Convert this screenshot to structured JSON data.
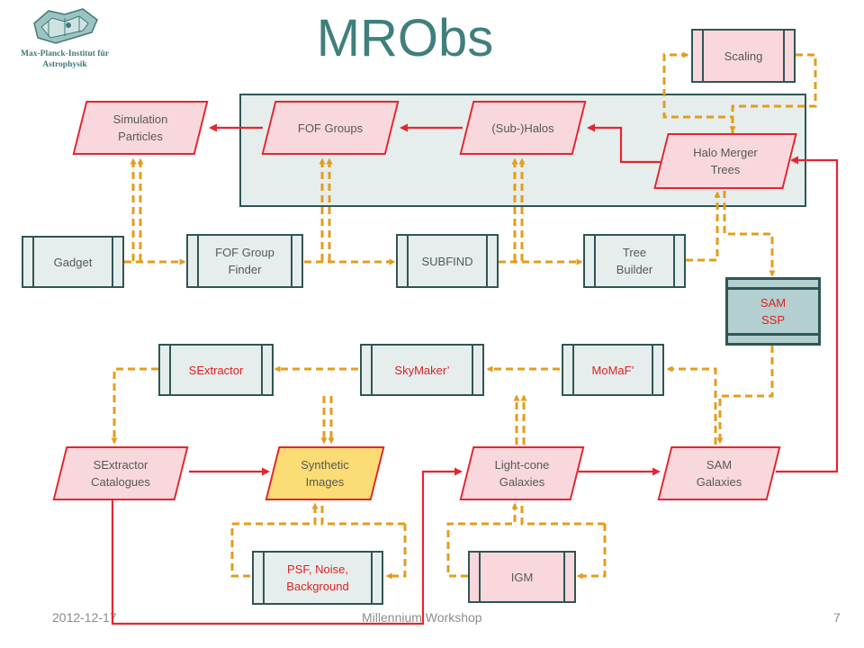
{
  "title": "MRObs",
  "logo": {
    "text_line1": "Max-Planck-Institut für",
    "text_line2": "Astrophysik"
  },
  "nodes": {
    "scaling": "Scaling",
    "simulation_particles": {
      "line1": "Simulation",
      "line2": "Particles"
    },
    "fof_groups": "FOF Groups",
    "sub_halos": "(Sub-)Halos",
    "halo_merger_trees": {
      "line1": "Halo Merger",
      "line2": "Trees"
    },
    "gadget": "Gadget",
    "fof_group_finder": {
      "line1": "FOF Group",
      "line2": "Finder"
    },
    "subfind": "SUBFIND",
    "tree_builder": {
      "line1": "Tree",
      "line2": "Builder"
    },
    "sam_ssp": {
      "line1": "SAM",
      "line2": "SSP"
    },
    "sextractor": "SExtractor",
    "skymaker": "SkyMaker’",
    "momaf": "MoMaF’",
    "sextractor_catalogues": {
      "line1": "SExtractor",
      "line2": "Catalogues"
    },
    "synthetic_images": {
      "line1": "Synthetic",
      "line2": "Images"
    },
    "lightcone_galaxies": {
      "line1": "Light-cone",
      "line2": "Galaxies"
    },
    "sam_galaxies": {
      "line1": "SAM",
      "line2": "Galaxies"
    },
    "psf_noise_background": {
      "line1": "PSF, Noise,",
      "line2": "Background"
    },
    "igm": "IGM"
  },
  "footer": {
    "date": "2012-12-17",
    "event": "Millennium Workshop",
    "page": "7"
  },
  "colors": {
    "title": "#3f7f7c",
    "data_flow": "#e32630",
    "process_flow": "#e49c1e",
    "box_border": "#2f5654"
  }
}
